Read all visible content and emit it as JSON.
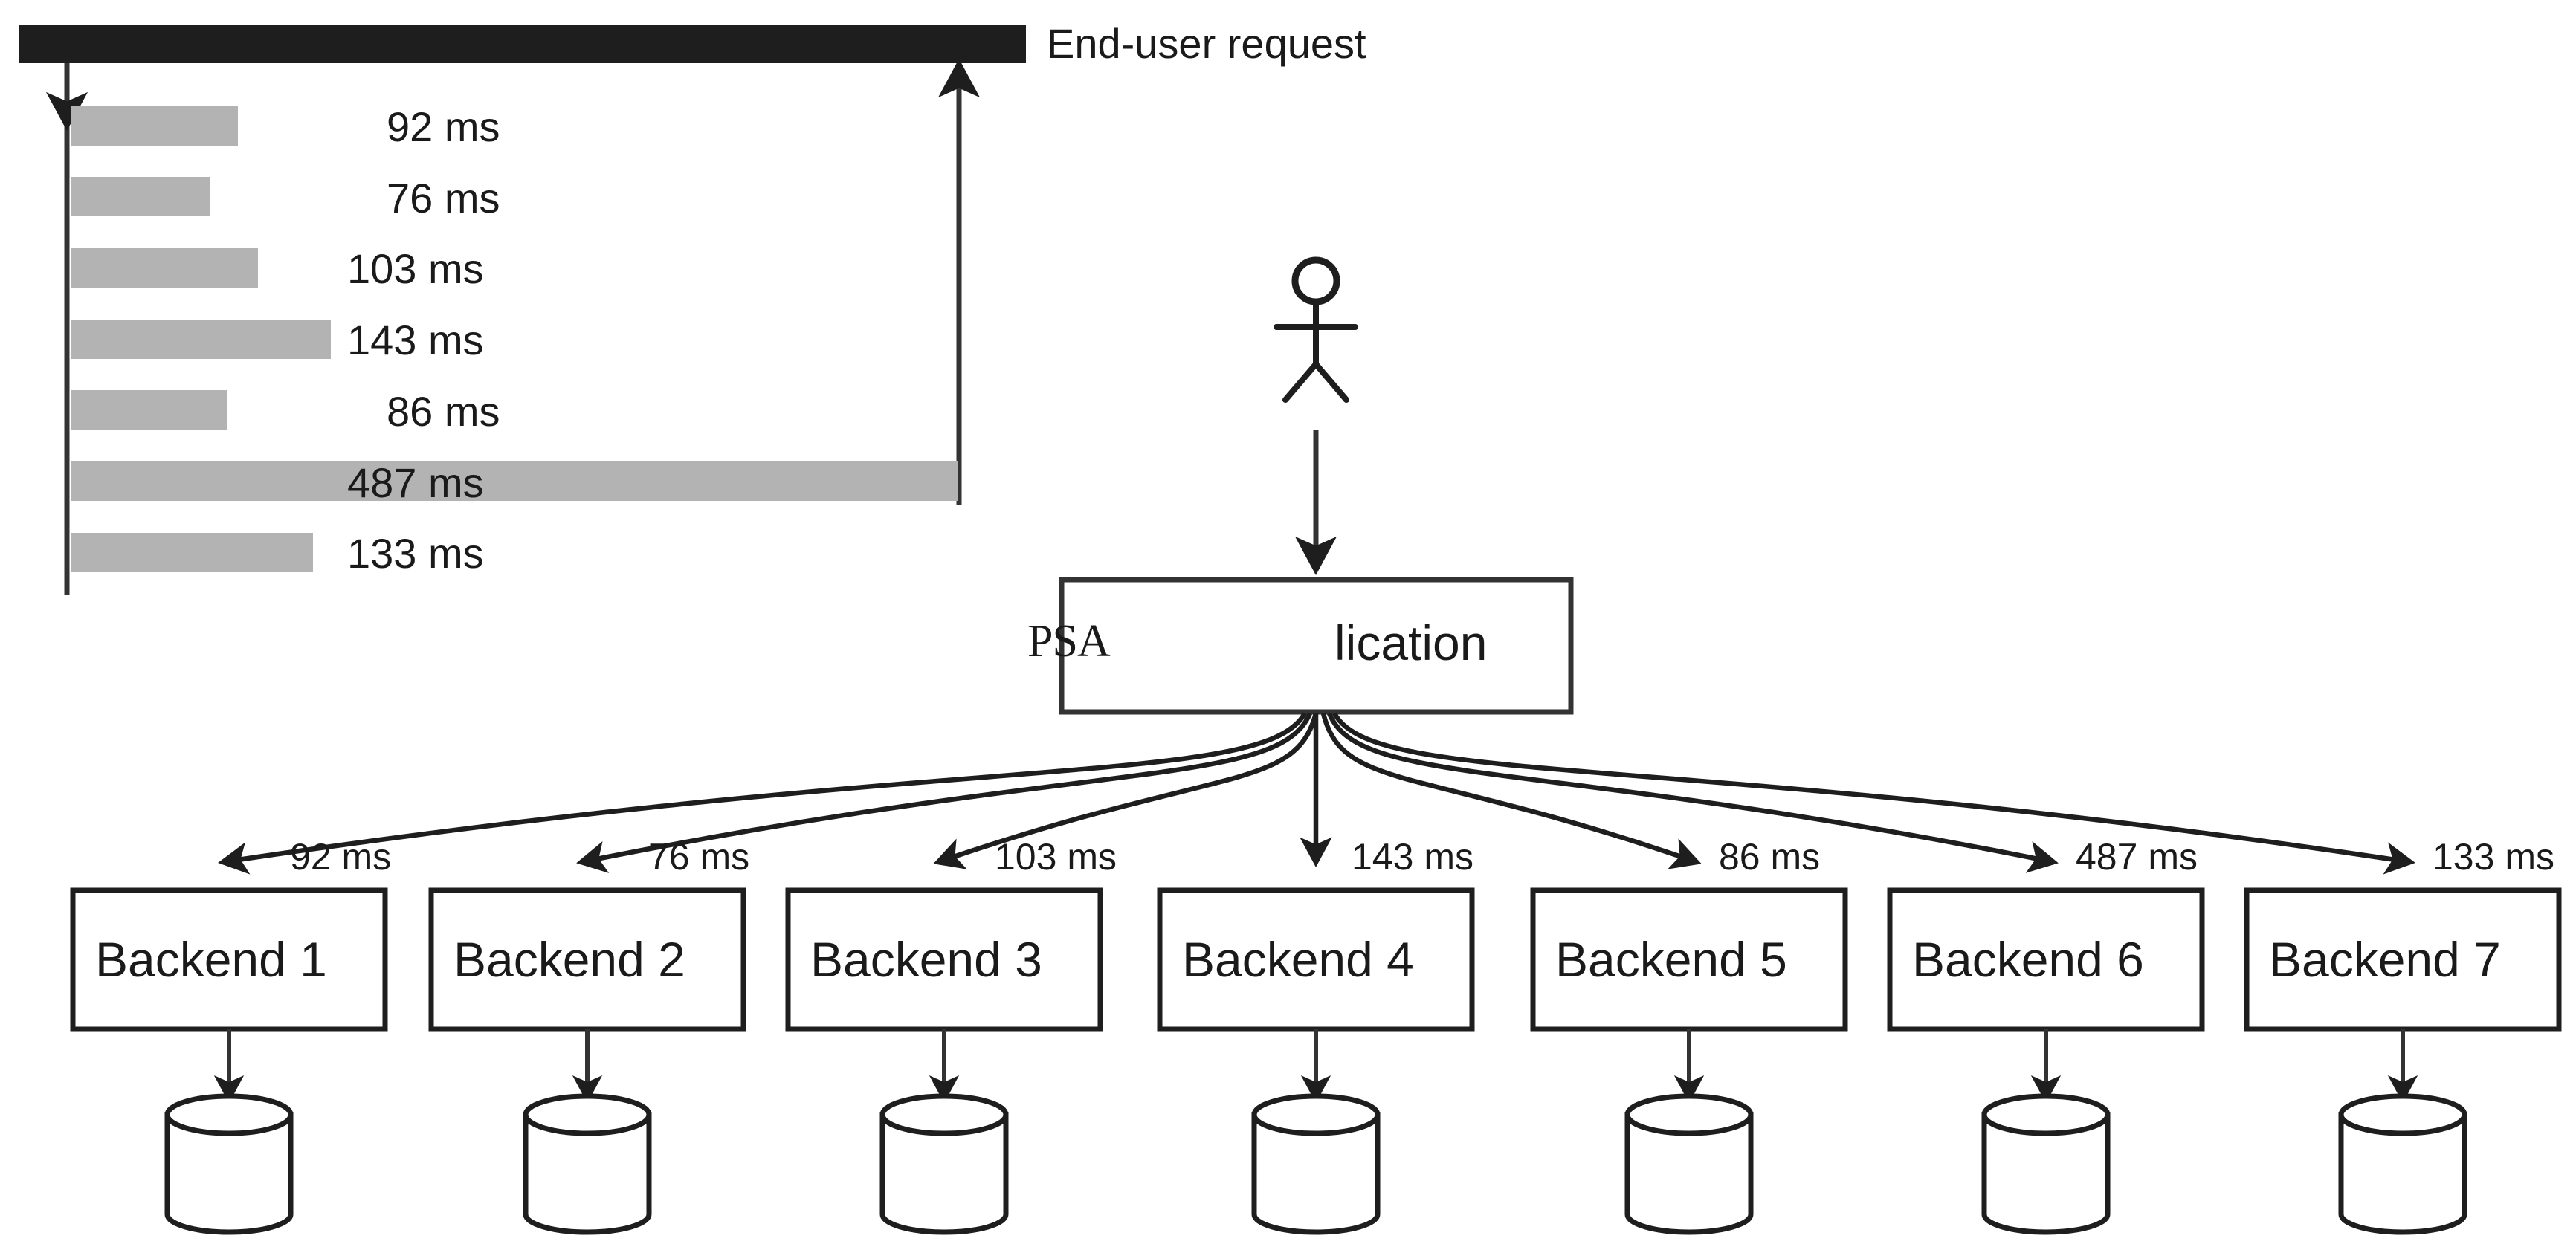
{
  "diagram": {
    "title_label": "End-user request",
    "app_box": {
      "label": "lication",
      "overlay_label": "PSA"
    },
    "actor": {
      "name": "end-user-actor"
    }
  },
  "chart_data": {
    "type": "bar",
    "title": "End-user request",
    "orientation": "horizontal",
    "categories": [
      "Backend 1",
      "Backend 2",
      "Backend 3",
      "Backend 4",
      "Backend 5",
      "Backend 6",
      "Backend 7"
    ],
    "values": [
      92,
      76,
      103,
      143,
      86,
      487,
      133
    ],
    "labels": [
      "92 ms",
      "76 ms",
      "103 ms",
      "143 ms",
      "86 ms",
      "487 ms",
      "133 ms"
    ],
    "unit": "ms",
    "xlabel": "",
    "ylabel": "",
    "xlim": [
      0,
      487
    ],
    "grid": false,
    "legend": false,
    "bar_color": "#b3b3b3",
    "axis_color": "#333333",
    "total_span_color": "#1e1e1e"
  },
  "bars": [
    {
      "label": "92 ms",
      "value": 92
    },
    {
      "label": "76 ms",
      "value": 76
    },
    {
      "label": "103 ms",
      "value": 103
    },
    {
      "label": "143 ms",
      "value": 143
    },
    {
      "label": "86 ms",
      "value": 86
    },
    {
      "label": "487 ms",
      "value": 487
    },
    {
      "label": "133 ms",
      "value": 133
    }
  ],
  "backends": [
    {
      "name": "Backend 1",
      "latency": "92 ms"
    },
    {
      "name": "Backend 2",
      "latency": "76 ms"
    },
    {
      "name": "Backend 3",
      "latency": "103 ms"
    },
    {
      "name": "Backend 4",
      "latency": "143 ms"
    },
    {
      "name": "Backend 5",
      "latency": "86 ms"
    },
    {
      "name": "Backend 6",
      "latency": "487 ms"
    },
    {
      "name": "Backend 7",
      "latency": "133 ms"
    }
  ],
  "colors": {
    "bar_fill": "#b3b3b3",
    "header_bar": "#1e1e1e",
    "stroke": "#262626",
    "text": "#1a1a1a",
    "background": "#ffffff"
  }
}
